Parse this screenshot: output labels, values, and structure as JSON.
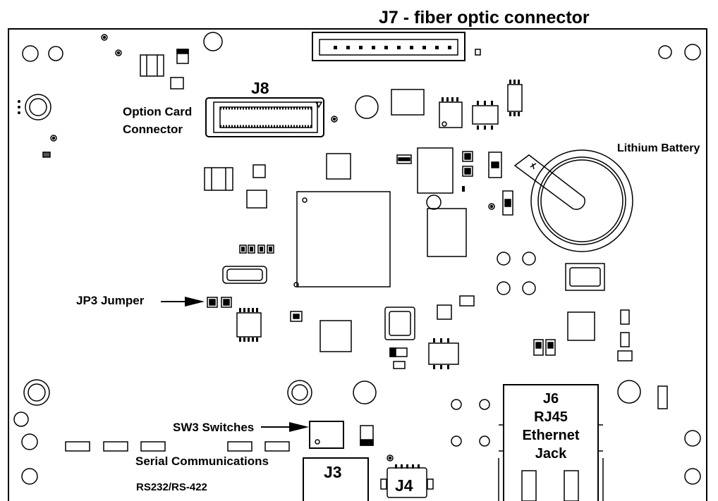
{
  "diagram": {
    "labels": {
      "j7": "J7 - fiber optic connector",
      "j8": "J8",
      "option_card_line1": "Option Card",
      "option_card_line2": "Connector",
      "lithium_battery": "Lithium Battery",
      "jp3": "JP3 Jumper",
      "sw3": "SW3 Switches",
      "serial_comms": "Serial Communications",
      "rs232": "RS232/RS-422",
      "j3": "J3",
      "j4": "J4",
      "j6_line1": "J6",
      "j6_line2": "RJ45",
      "j6_line3": "Ethernet",
      "j6_line4": "Jack"
    }
  }
}
